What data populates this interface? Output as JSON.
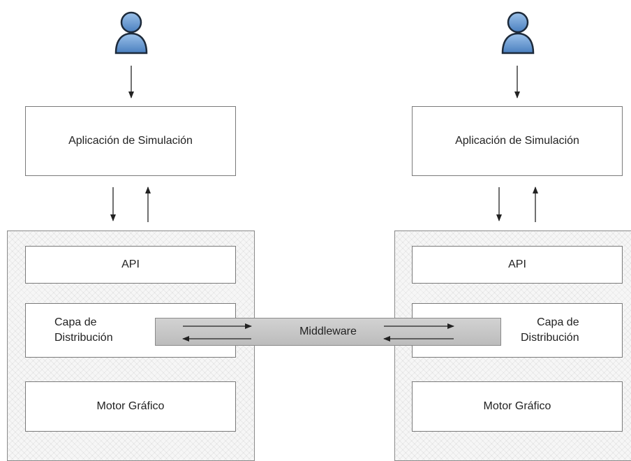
{
  "left": {
    "app_label": "Aplicación de Simulación",
    "api_label": "API",
    "dist_line1": "Capa de",
    "dist_line2": "Distribución",
    "motor_label": "Motor Gráfico"
  },
  "right": {
    "app_label": "Aplicación de Simulación",
    "api_label": "API",
    "dist_line1": "Capa de",
    "dist_line2": "Distribución",
    "motor_label": "Motor Gráfico"
  },
  "middleware_label": "Middleware",
  "colors": {
    "user_fill": "#6f9fd4",
    "user_stroke": "#1d2a3a",
    "middleware_fill": "#c8c8c8"
  },
  "icons": {
    "user": "user-icon"
  }
}
